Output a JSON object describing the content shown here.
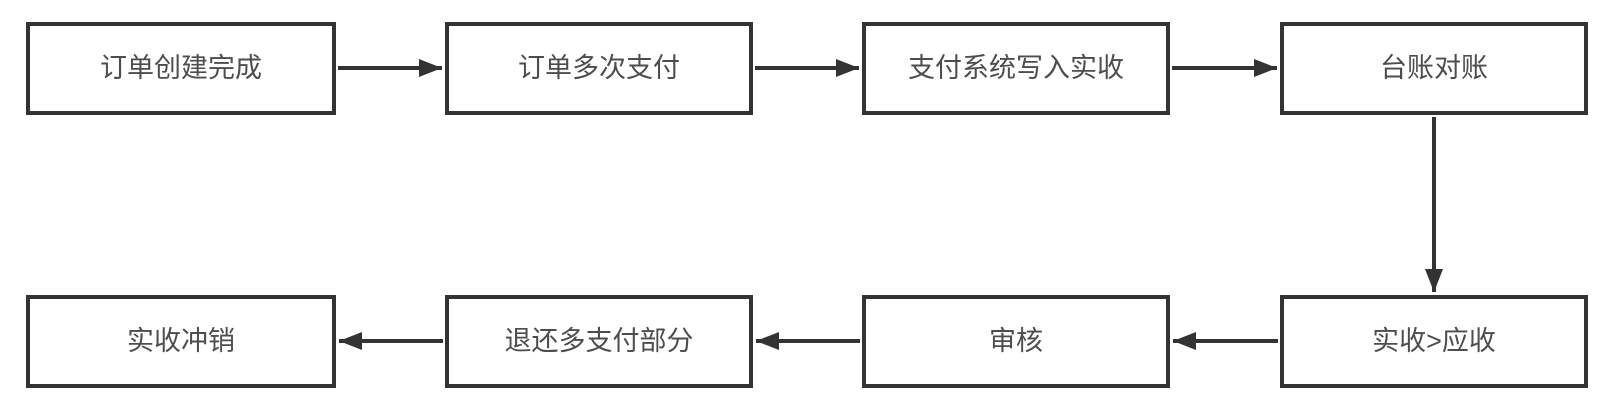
{
  "flowchart": {
    "colors": {
      "stroke": "#333333",
      "text": "#4d4d4d",
      "background": "#ffffff"
    },
    "nodes": [
      {
        "id": "order-created",
        "label": "订单创建完成"
      },
      {
        "id": "order-multi-paid",
        "label": "订单多次支付"
      },
      {
        "id": "payment-write-receipt",
        "label": "支付系统写入实收"
      },
      {
        "id": "ledger-reconcile",
        "label": "台账对账"
      },
      {
        "id": "received-gt-due",
        "label": "实收>应收"
      },
      {
        "id": "review",
        "label": "审核"
      },
      {
        "id": "refund-overpaid",
        "label": "退还多支付部分"
      },
      {
        "id": "receipt-writeoff",
        "label": "实收冲销"
      }
    ],
    "edges": [
      {
        "from": "order-created",
        "to": "order-multi-paid",
        "direction": "right"
      },
      {
        "from": "order-multi-paid",
        "to": "payment-write-receipt",
        "direction": "right"
      },
      {
        "from": "payment-write-receipt",
        "to": "ledger-reconcile",
        "direction": "right"
      },
      {
        "from": "ledger-reconcile",
        "to": "received-gt-due",
        "direction": "down"
      },
      {
        "from": "received-gt-due",
        "to": "review",
        "direction": "left"
      },
      {
        "from": "review",
        "to": "refund-overpaid",
        "direction": "left"
      },
      {
        "from": "refund-overpaid",
        "to": "receipt-writeoff",
        "direction": "left"
      }
    ]
  }
}
